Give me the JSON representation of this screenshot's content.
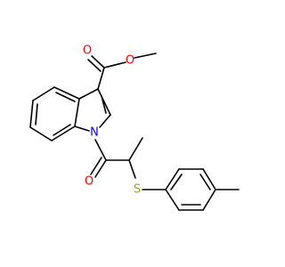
{
  "molecule": {
    "atoms": [
      {
        "id": "O_carbonyl_ester",
        "symbol": "O",
        "color": "#ff0000"
      },
      {
        "id": "O_ether_ester",
        "symbol": "O",
        "color": "#ff0000"
      },
      {
        "id": "N_indole",
        "symbol": "N",
        "color": "#0000ff"
      },
      {
        "id": "O_carbonyl_amide",
        "symbol": "O",
        "color": "#ff0000"
      },
      {
        "id": "S_thioether",
        "symbol": "S",
        "color": "#b2a000"
      }
    ]
  }
}
